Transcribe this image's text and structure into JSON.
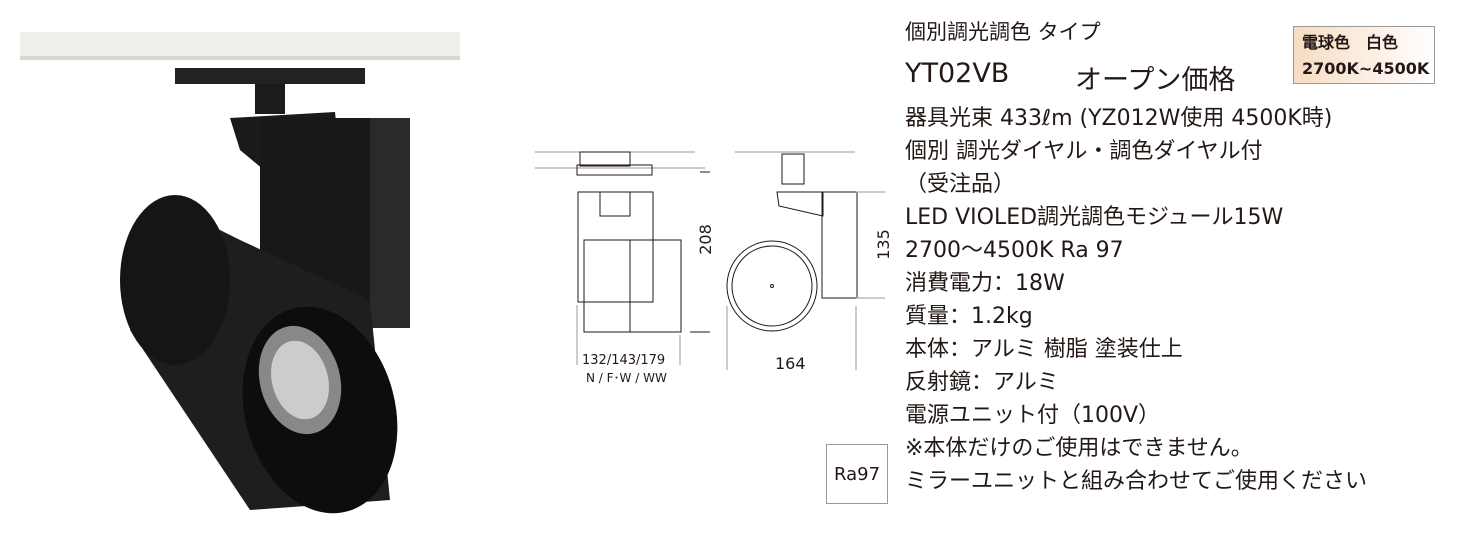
{
  "type_label": "個別調光調色 タイプ",
  "model": "YT02VB",
  "price": "オープン価格",
  "badge": {
    "line1": "電球色　白色",
    "line2": "2700K~4500K"
  },
  "specs": [
    "器具光束 433ℓm (YZ012W使用 4500K時)",
    "個別 調光ダイヤル・調色ダイヤル付",
    "（受注品）",
    "LED VIOLED調光調色モジュール15W",
    "2700～4500K Ra 97",
    "消費電力：18W",
    "質量：1.2kg",
    "本体：アルミ 樹脂 塗装仕上",
    "反射鏡：アルミ",
    "電源ユニット付（100V）",
    "※本体だけのご使用はできません。",
    "ミラーユニットと組み合わせてご使用ください"
  ],
  "ra_badge": "Ra97",
  "dimensions": {
    "front_height": "208",
    "front_width": "132/143/179",
    "front_width_variants": "N / F･W / WW",
    "side_height": "135",
    "side_width": "164"
  }
}
